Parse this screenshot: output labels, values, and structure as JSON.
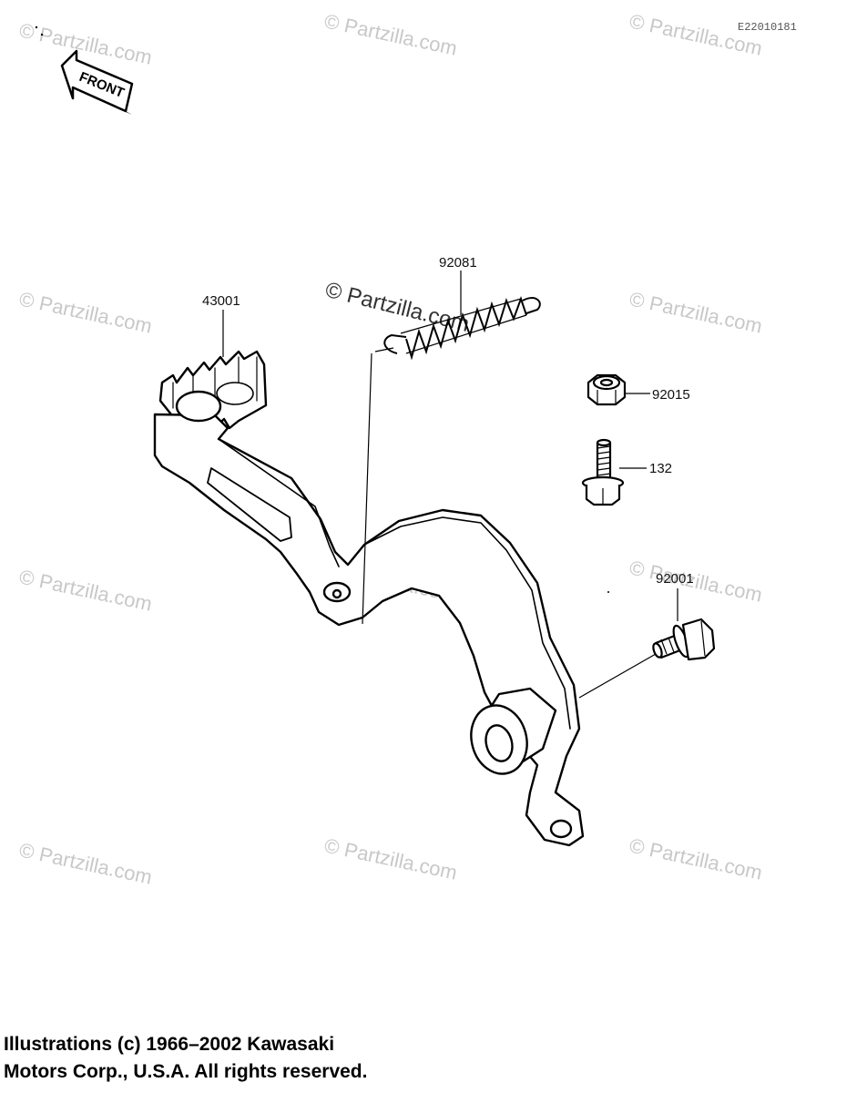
{
  "diagram": {
    "code": "E22010181",
    "front_label": "FRONT",
    "watermark": "© Partzilla.com",
    "watermark_main": "© Partzilla.com",
    "parts": [
      {
        "id": "43001"
      },
      {
        "id": "92081"
      },
      {
        "id": "92015"
      },
      {
        "id": "132"
      },
      {
        "id": "92001"
      }
    ]
  },
  "copyright": {
    "line1": "Illustrations (c) 1966–2002 Kawasaki",
    "line2": "Motors Corp., U.S.A.  All rights reserved."
  }
}
